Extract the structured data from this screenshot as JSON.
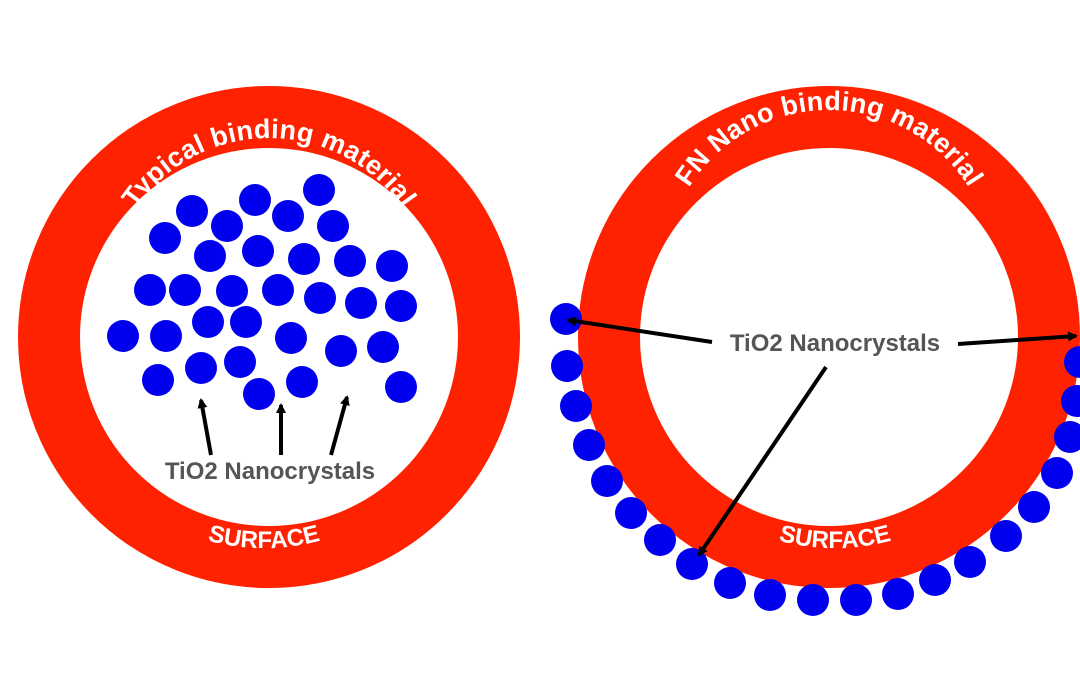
{
  "colors": {
    "ring": "#ff2200",
    "nanocrystal": "#0000ee",
    "label": "#555555",
    "arrow": "#000000",
    "background": "#ffffff"
  },
  "left_panel": {
    "ring_title": "Typical binding material",
    "surface_label": "SURFACE",
    "nanocrystal_label": "TiO2 Nanocrystals"
  },
  "right_panel": {
    "ring_title": "FN Nano binding material",
    "surface_label": "SURFACE",
    "nanocrystal_label": "TiO2 Nanocrystals"
  }
}
